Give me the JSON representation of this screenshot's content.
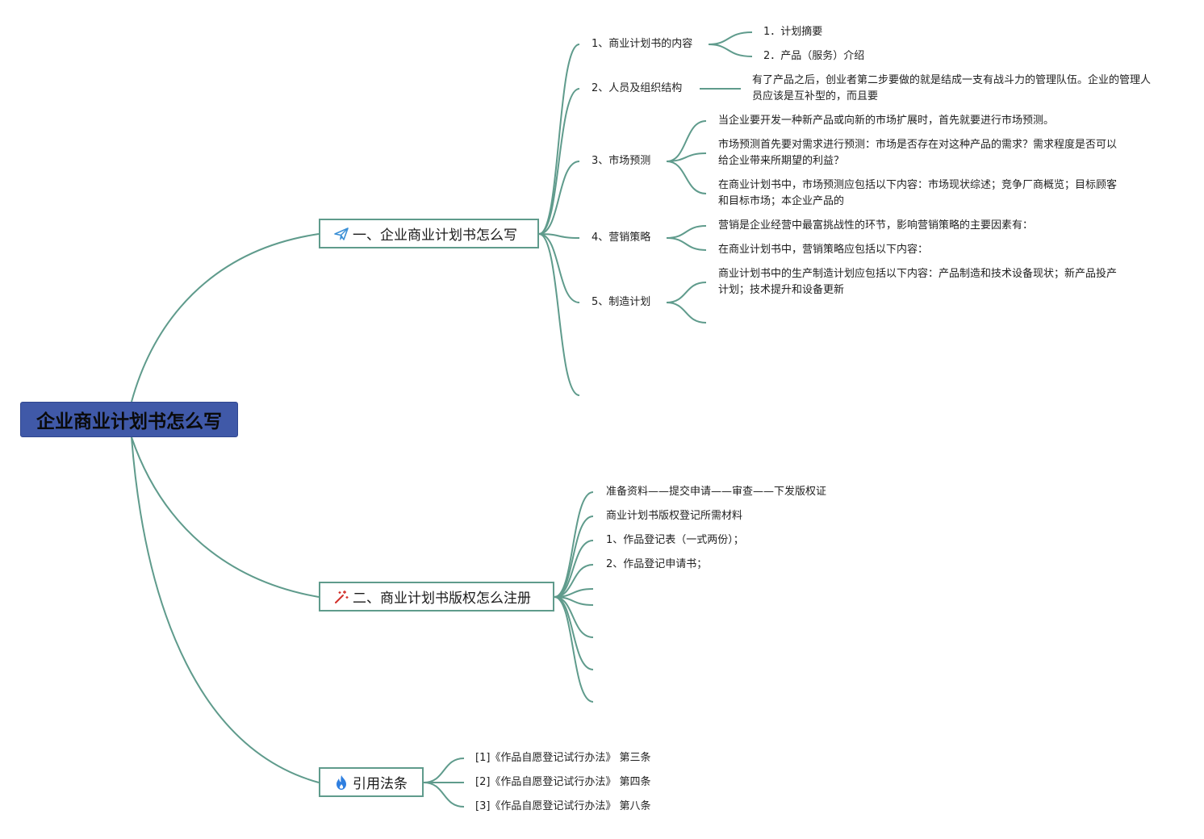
{
  "root": {
    "title": "企业商业计划书怎么写"
  },
  "branch1": {
    "title": "一、企业商业计划书怎么写",
    "icon": "paper-plane-icon",
    "sub1": {
      "label": "1、商业计划书的内容",
      "items": [
        "1．计划摘要",
        "2．产品（服务）介绍"
      ]
    },
    "sub2": {
      "label": "2、人员及组织结构",
      "text": "有了产品之后，创业者第二步要做的就是结成一支有战斗力的管理队伍。企业的管理人员应该是互补型的，而且要"
    },
    "sub3": {
      "label": "3、市场预测",
      "items": [
        "当企业要开发一种新产品或向新的市场扩展时，首先就要进行市场预测。",
        "市场预测首先要对需求进行预测：市场是否存在对这种产品的需求？需求程度是否可以给企业带来所期望的利益？",
        "在商业计划书中，市场预测应包括以下内容：市场现状综述；竞争厂商概览；目标顾客和目标市场；本企业产品的"
      ]
    },
    "sub4": {
      "label": "4、营销策略",
      "items": [
        "营销是企业经营中最富挑战性的环节，影响营销策略的主要因素有：",
        "在商业计划书中，营销策略应包括以下内容："
      ]
    },
    "sub5": {
      "label": "5、制造计划",
      "items": [
        "商业计划书中的生产制造计划应包括以下内容：产品制造和技术设备现状；新产品投产计划；技术提升和设备更新"
      ]
    }
  },
  "branch2": {
    "title": "二、商业计划书版权怎么注册",
    "icon": "magic-wand-icon",
    "items": [
      "准备资料——提交申请——审查——下发版权证",
      "商业计划书版权登记所需材料",
      "1、作品登记表（一式两份）；",
      "2、作品登记申请书；"
    ]
  },
  "branch3": {
    "title": "引用法条",
    "icon": "flame-icon",
    "items": [
      "[1]《作品自愿登记试行办法》 第三条",
      "[2]《作品自愿登记试行办法》 第四条",
      "[3]《作品自愿登记试行办法》 第八条"
    ]
  },
  "colors": {
    "root_fill": "#4059a8",
    "connector": "#5f9b8c",
    "branch_border": "#5f9b8c"
  }
}
